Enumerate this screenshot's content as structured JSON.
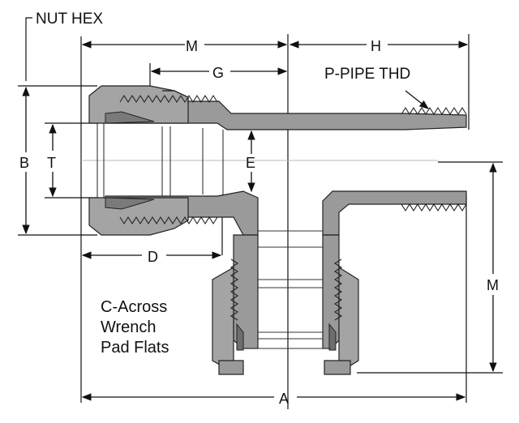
{
  "labels": {
    "nut_hex": "NUT HEX",
    "m_top": "M",
    "h_top": "H",
    "g": "G",
    "pipe_thd": "P-PIPE THD",
    "b": "B",
    "t": "T",
    "e": "E",
    "d": "D",
    "m_right": "M",
    "a": "A",
    "c_line1": "C-Across",
    "c_line2": "Wrench",
    "c_line3": "Pad Flats"
  },
  "colors": {
    "metal": "#9a9a9a",
    "metal_dark": "#6e6e6e",
    "line": "#111111",
    "background": "#ffffff"
  }
}
